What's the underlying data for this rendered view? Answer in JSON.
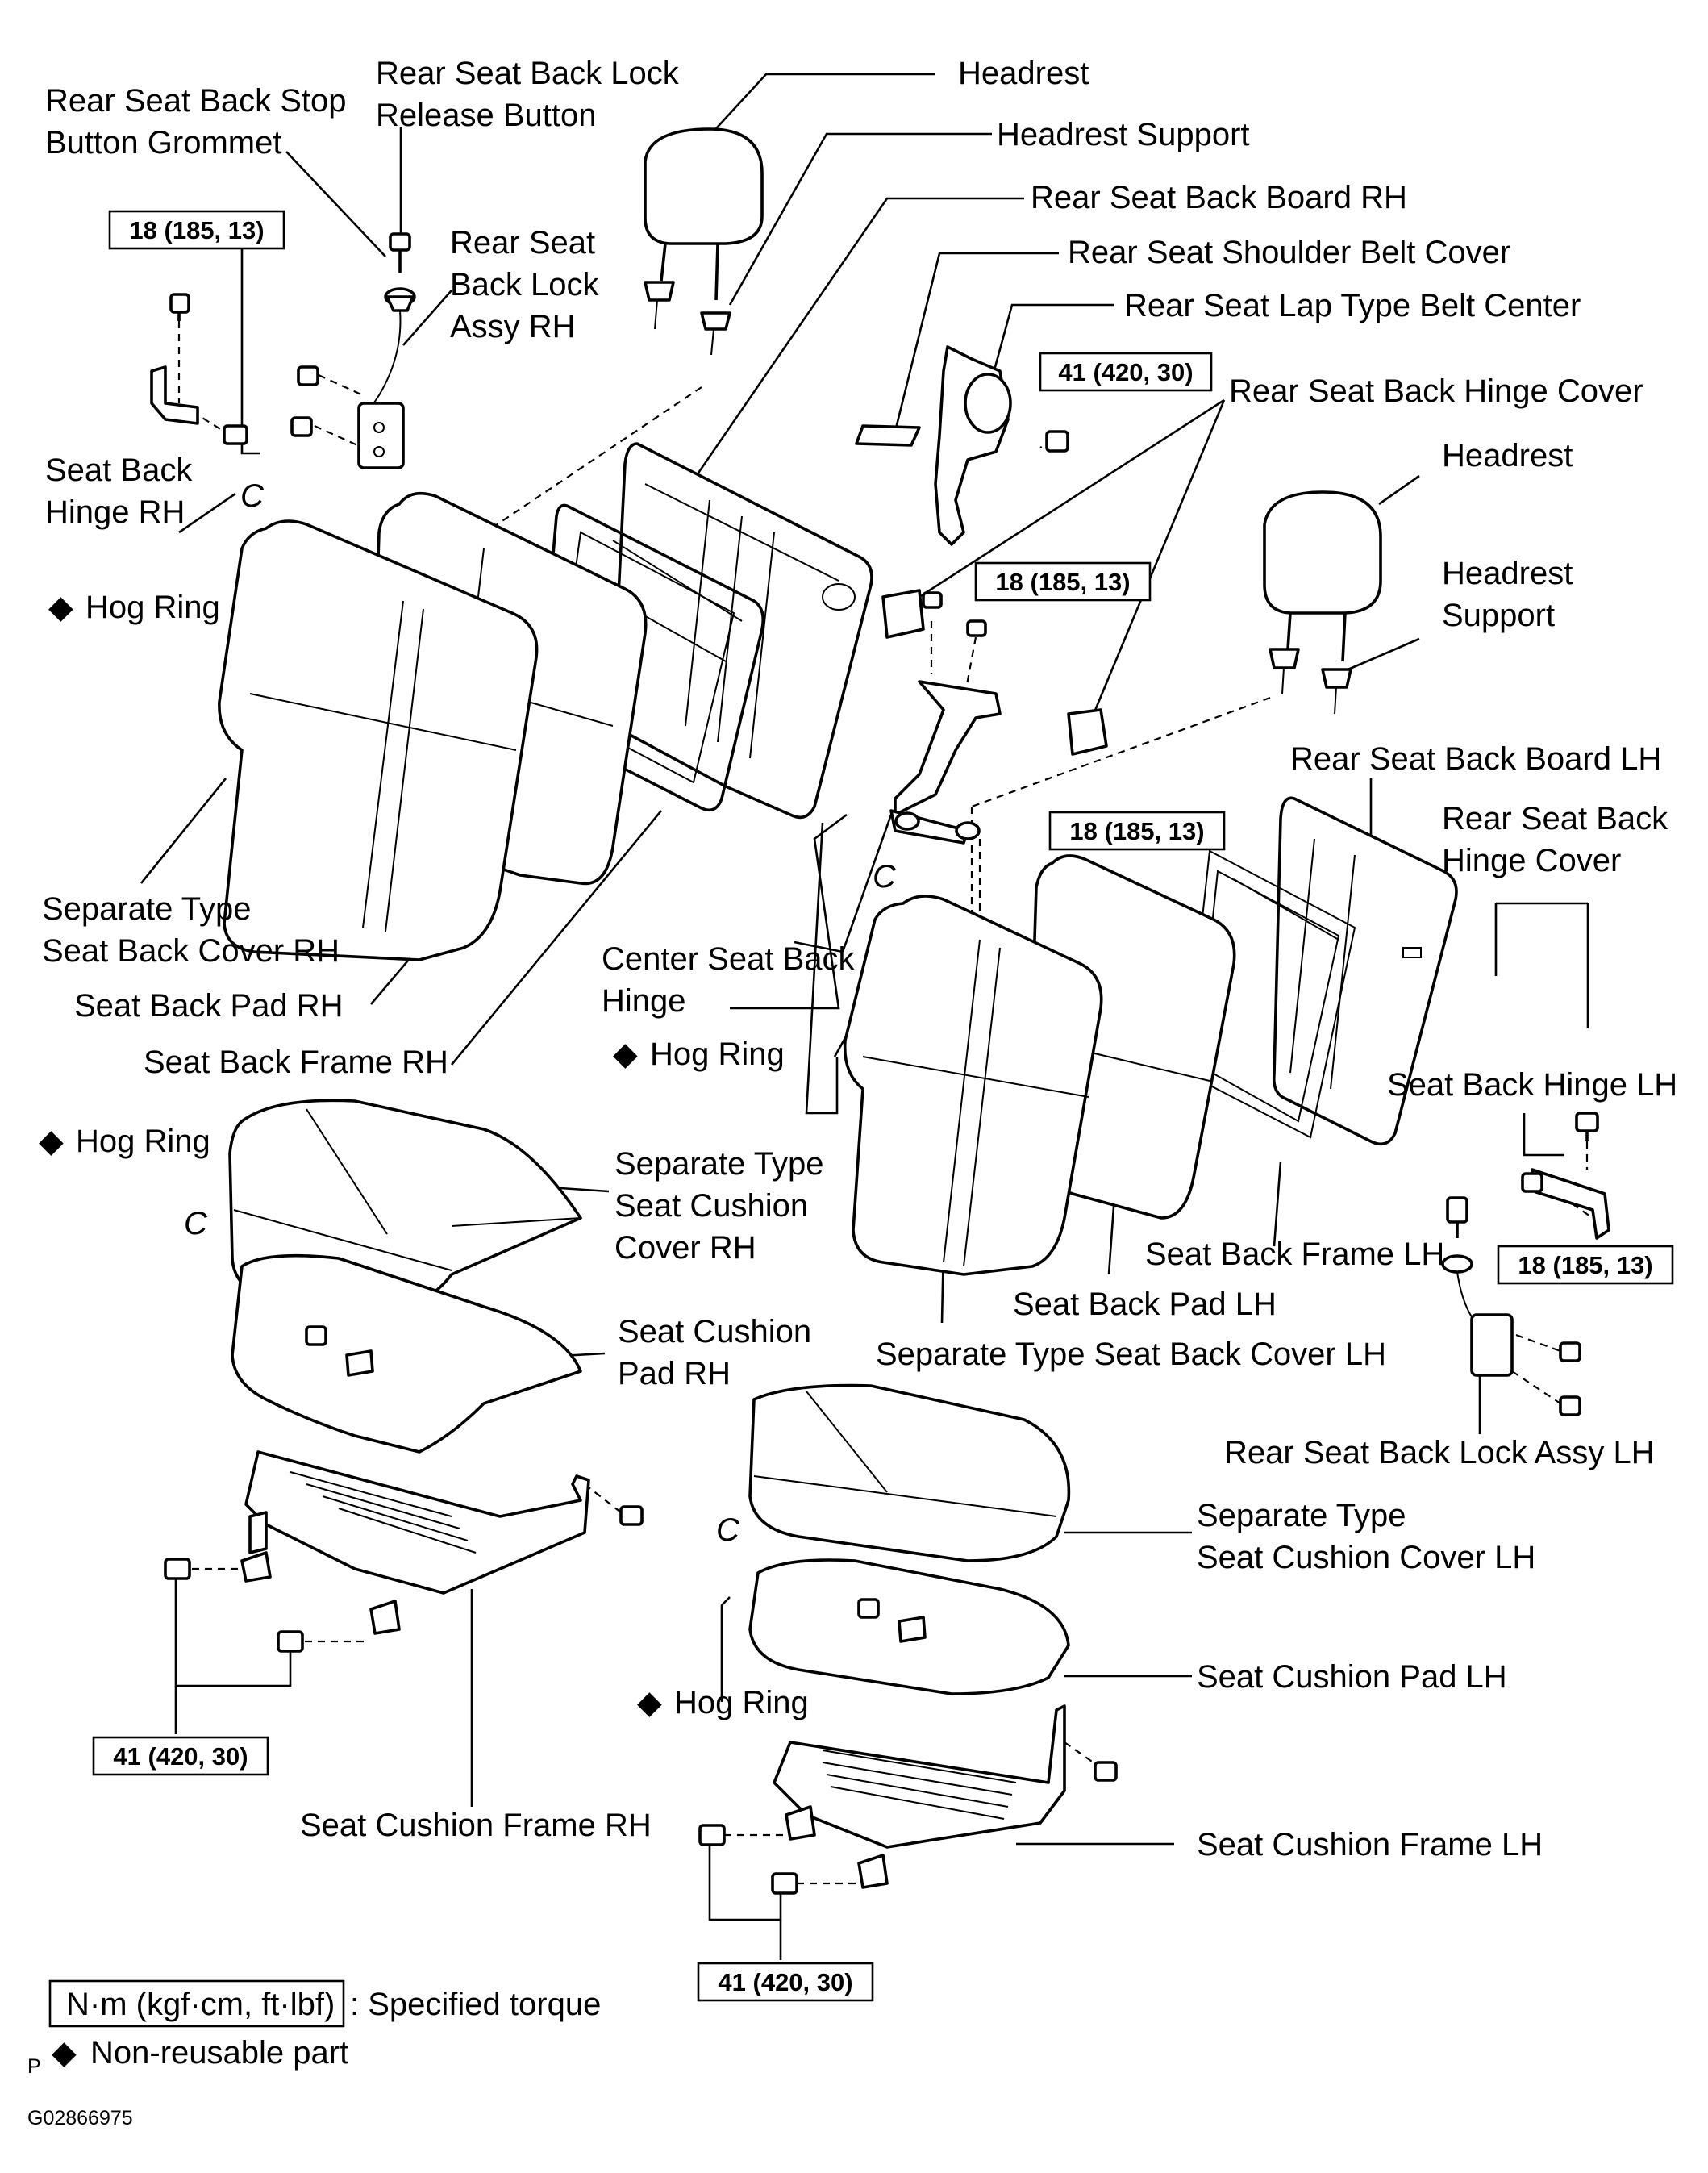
{
  "labels": {
    "rear_seat_back_stop_button_grommet": [
      "Rear Seat Back Stop",
      "Button Grommet"
    ],
    "rear_seat_back_lock_release_button": [
      "Rear Seat Back Lock",
      "Release Button"
    ],
    "rear_seat_back_lock_assy_rh": [
      "Rear Seat",
      "Back Lock",
      "Assy RH"
    ],
    "seat_back_hinge_rh": [
      "Seat Back",
      "Hinge RH"
    ],
    "hog_ring_1": "Hog Ring",
    "headrest_rh": "Headrest",
    "headrest_support_rh": "Headrest Support",
    "rear_seat_back_board_rh": "Rear Seat Back Board RH",
    "rear_seat_shoulder_belt_cover": "Rear Seat Shoulder Belt Cover",
    "rear_seat_lap_type_belt_center": "Rear Seat Lap Type Belt Center",
    "rear_seat_back_hinge_cover_top": "Rear Seat Back Hinge Cover",
    "headrest_lh": "Headrest",
    "headrest_support_lh": [
      "Headrest",
      "Support"
    ],
    "rear_seat_back_board_lh": "Rear Seat Back Board LH",
    "rear_seat_back_hinge_cover_lh": [
      "Rear Seat Back",
      "Hinge Cover"
    ],
    "separate_type_seat_back_cover_rh": [
      "Separate Type",
      "Seat Back Cover RH"
    ],
    "seat_back_pad_rh": "Seat Back Pad RH",
    "seat_back_frame_rh": "Seat Back Frame RH",
    "center_seat_back_hinge": [
      "Center Seat Back",
      "Hinge"
    ],
    "hog_ring_2": "Hog Ring",
    "seat_back_hinge_lh": "Seat Back Hinge LH",
    "hog_ring_3": "Hog Ring",
    "separate_type_seat_cushion_cover_rh": [
      "Separate Type",
      "Seat Cushion",
      "Cover RH"
    ],
    "seat_back_frame_lh": "Seat Back Frame LH",
    "seat_back_pad_lh": "Seat Back Pad LH",
    "separate_type_seat_back_cover_lh": "Separate Type Seat Back Cover LH",
    "seat_cushion_pad_rh": [
      "Seat Cushion",
      "Pad RH"
    ],
    "rear_seat_back_lock_assy_lh": "Rear Seat Back Lock Assy LH",
    "separate_type_seat_cushion_cover_lh": [
      "Separate Type",
      "Seat Cushion Cover LH"
    ],
    "seat_cushion_pad_lh": "Seat Cushion Pad LH",
    "hog_ring_4": "Hog Ring",
    "seat_cushion_frame_rh": "Seat Cushion Frame RH",
    "seat_cushion_frame_lh": "Seat Cushion Frame LH"
  },
  "torque_specs": {
    "t1": "18 (185, 13)",
    "t2": "41 (420, 30)",
    "t3": "18 (185, 13)",
    "t4": "18 (185, 13)",
    "t5": "18 (185, 13)",
    "t6": "41 (420, 30)",
    "t7": "41 (420, 30)"
  },
  "legend": {
    "unit_box": "N·m (kgf·cm, ft·lbf)",
    "unit_desc": ": Specified torque",
    "non_reusable": "Non-reusable part"
  },
  "symbols": {
    "diamond": "◆",
    "hog_ring_glyph": "C",
    "corner_mark": "P"
  },
  "figure_id": "G02866975"
}
